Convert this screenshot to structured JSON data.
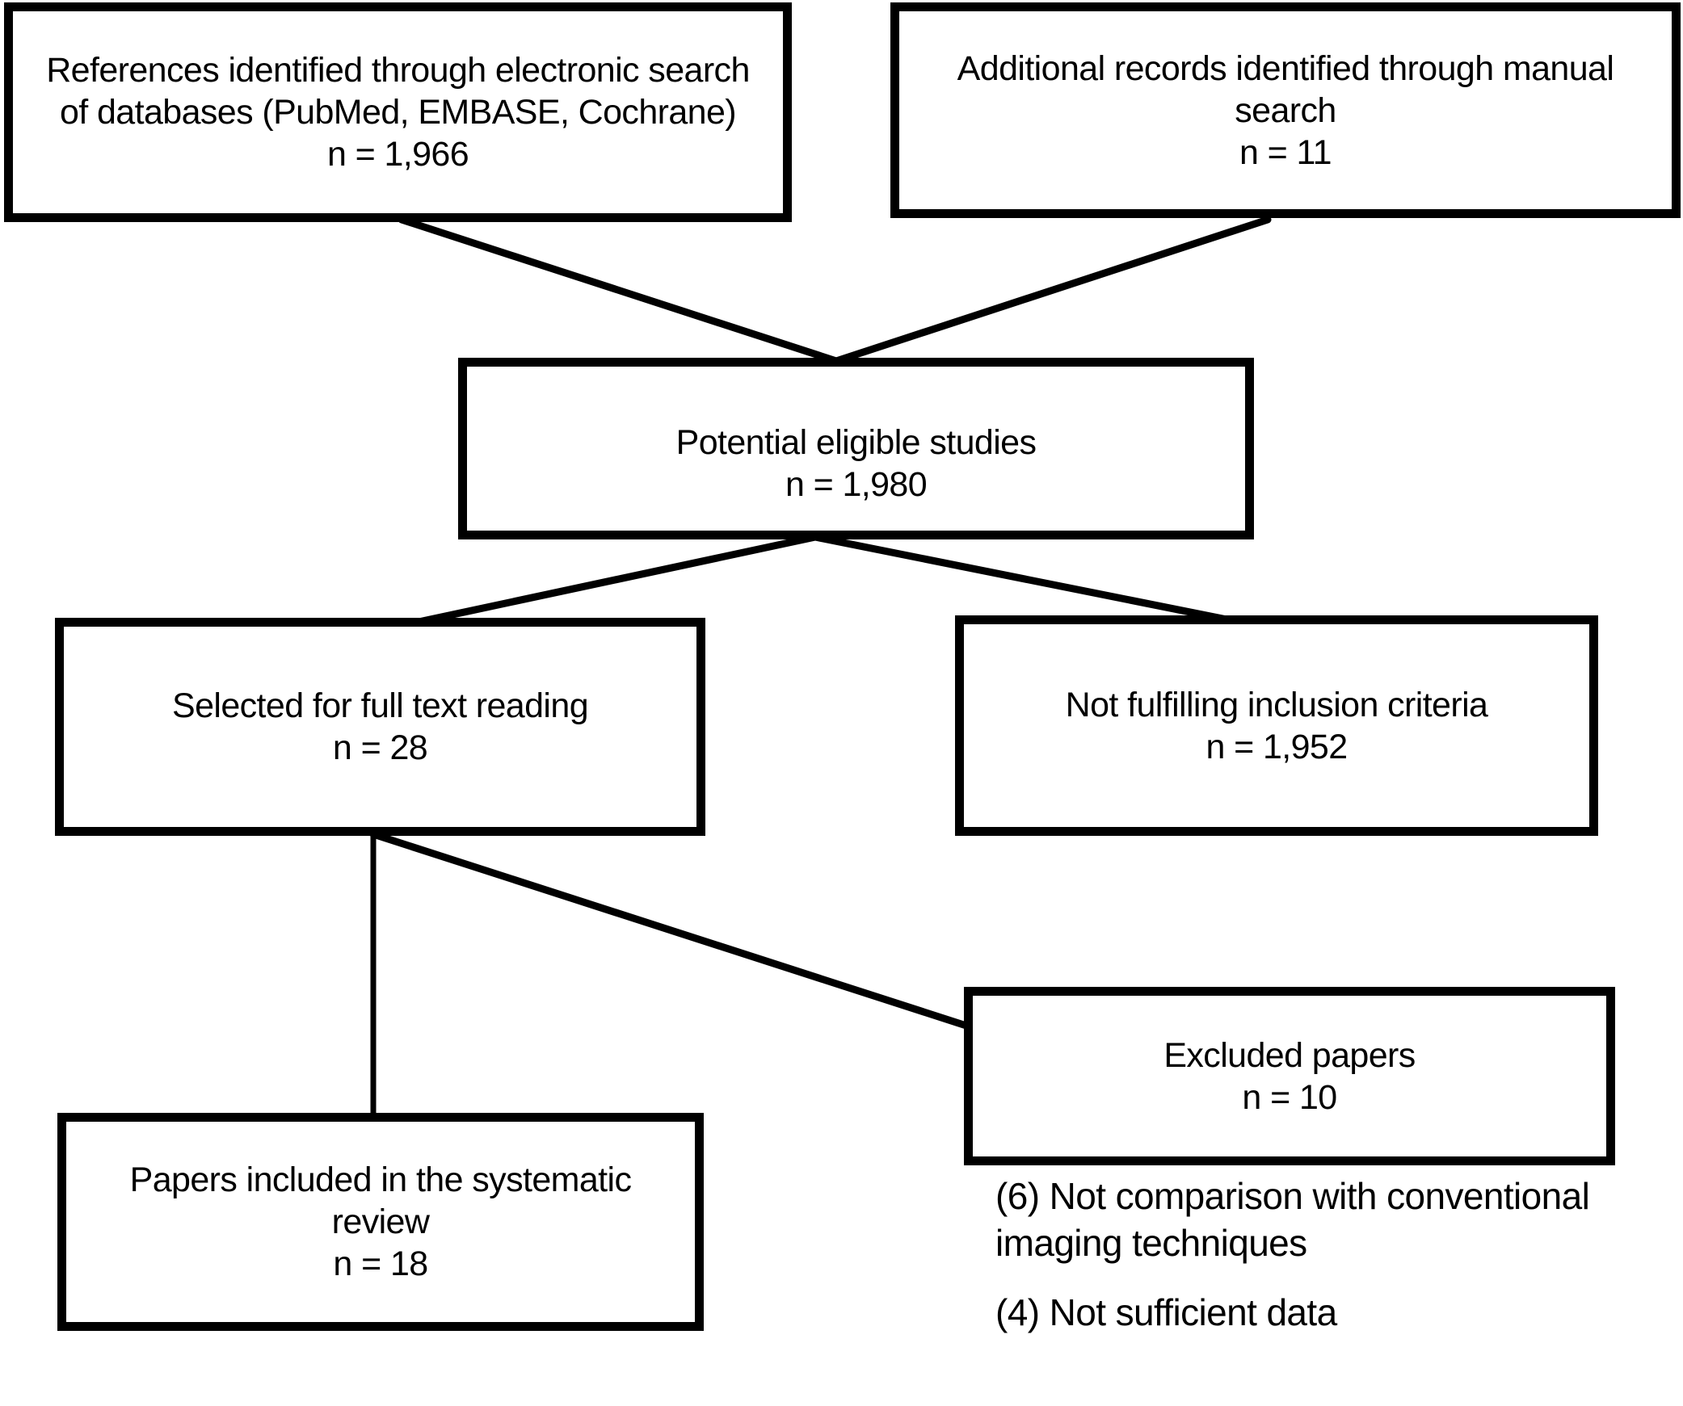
{
  "figure": {
    "background_color": "#ffffff",
    "line_color": "#000000",
    "text_color": "#000000"
  },
  "boxes": {
    "electronic_search": {
      "lines": [
        "References identified through electronic search",
        "of databases (PubMed, EMBASE, Cochrane)",
        "n = 1,966"
      ]
    },
    "manual_search": {
      "lines": [
        "Additional records identified through manual",
        "search",
        "n = 11"
      ]
    },
    "potential_eligible": {
      "lines": [
        "Potential eligible studies",
        "n = 1,980"
      ]
    },
    "full_text_reading": {
      "lines": [
        "Selected for full text reading",
        "n = 28"
      ]
    },
    "not_fulfilling": {
      "lines": [
        "Not fulfilling inclusion criteria",
        "n = 1,952"
      ]
    },
    "excluded_papers": {
      "lines": [
        "Excluded papers",
        "n = 10"
      ]
    },
    "included_review": {
      "lines": [
        "Papers included in the systematic",
        "review",
        "n = 18"
      ]
    }
  },
  "exclusion_reasons": [
    {
      "lines": [
        "(6) Not comparison with conventional",
        "imaging techniques"
      ]
    },
    {
      "lines": [
        "(4) Not sufficient data"
      ]
    }
  ]
}
